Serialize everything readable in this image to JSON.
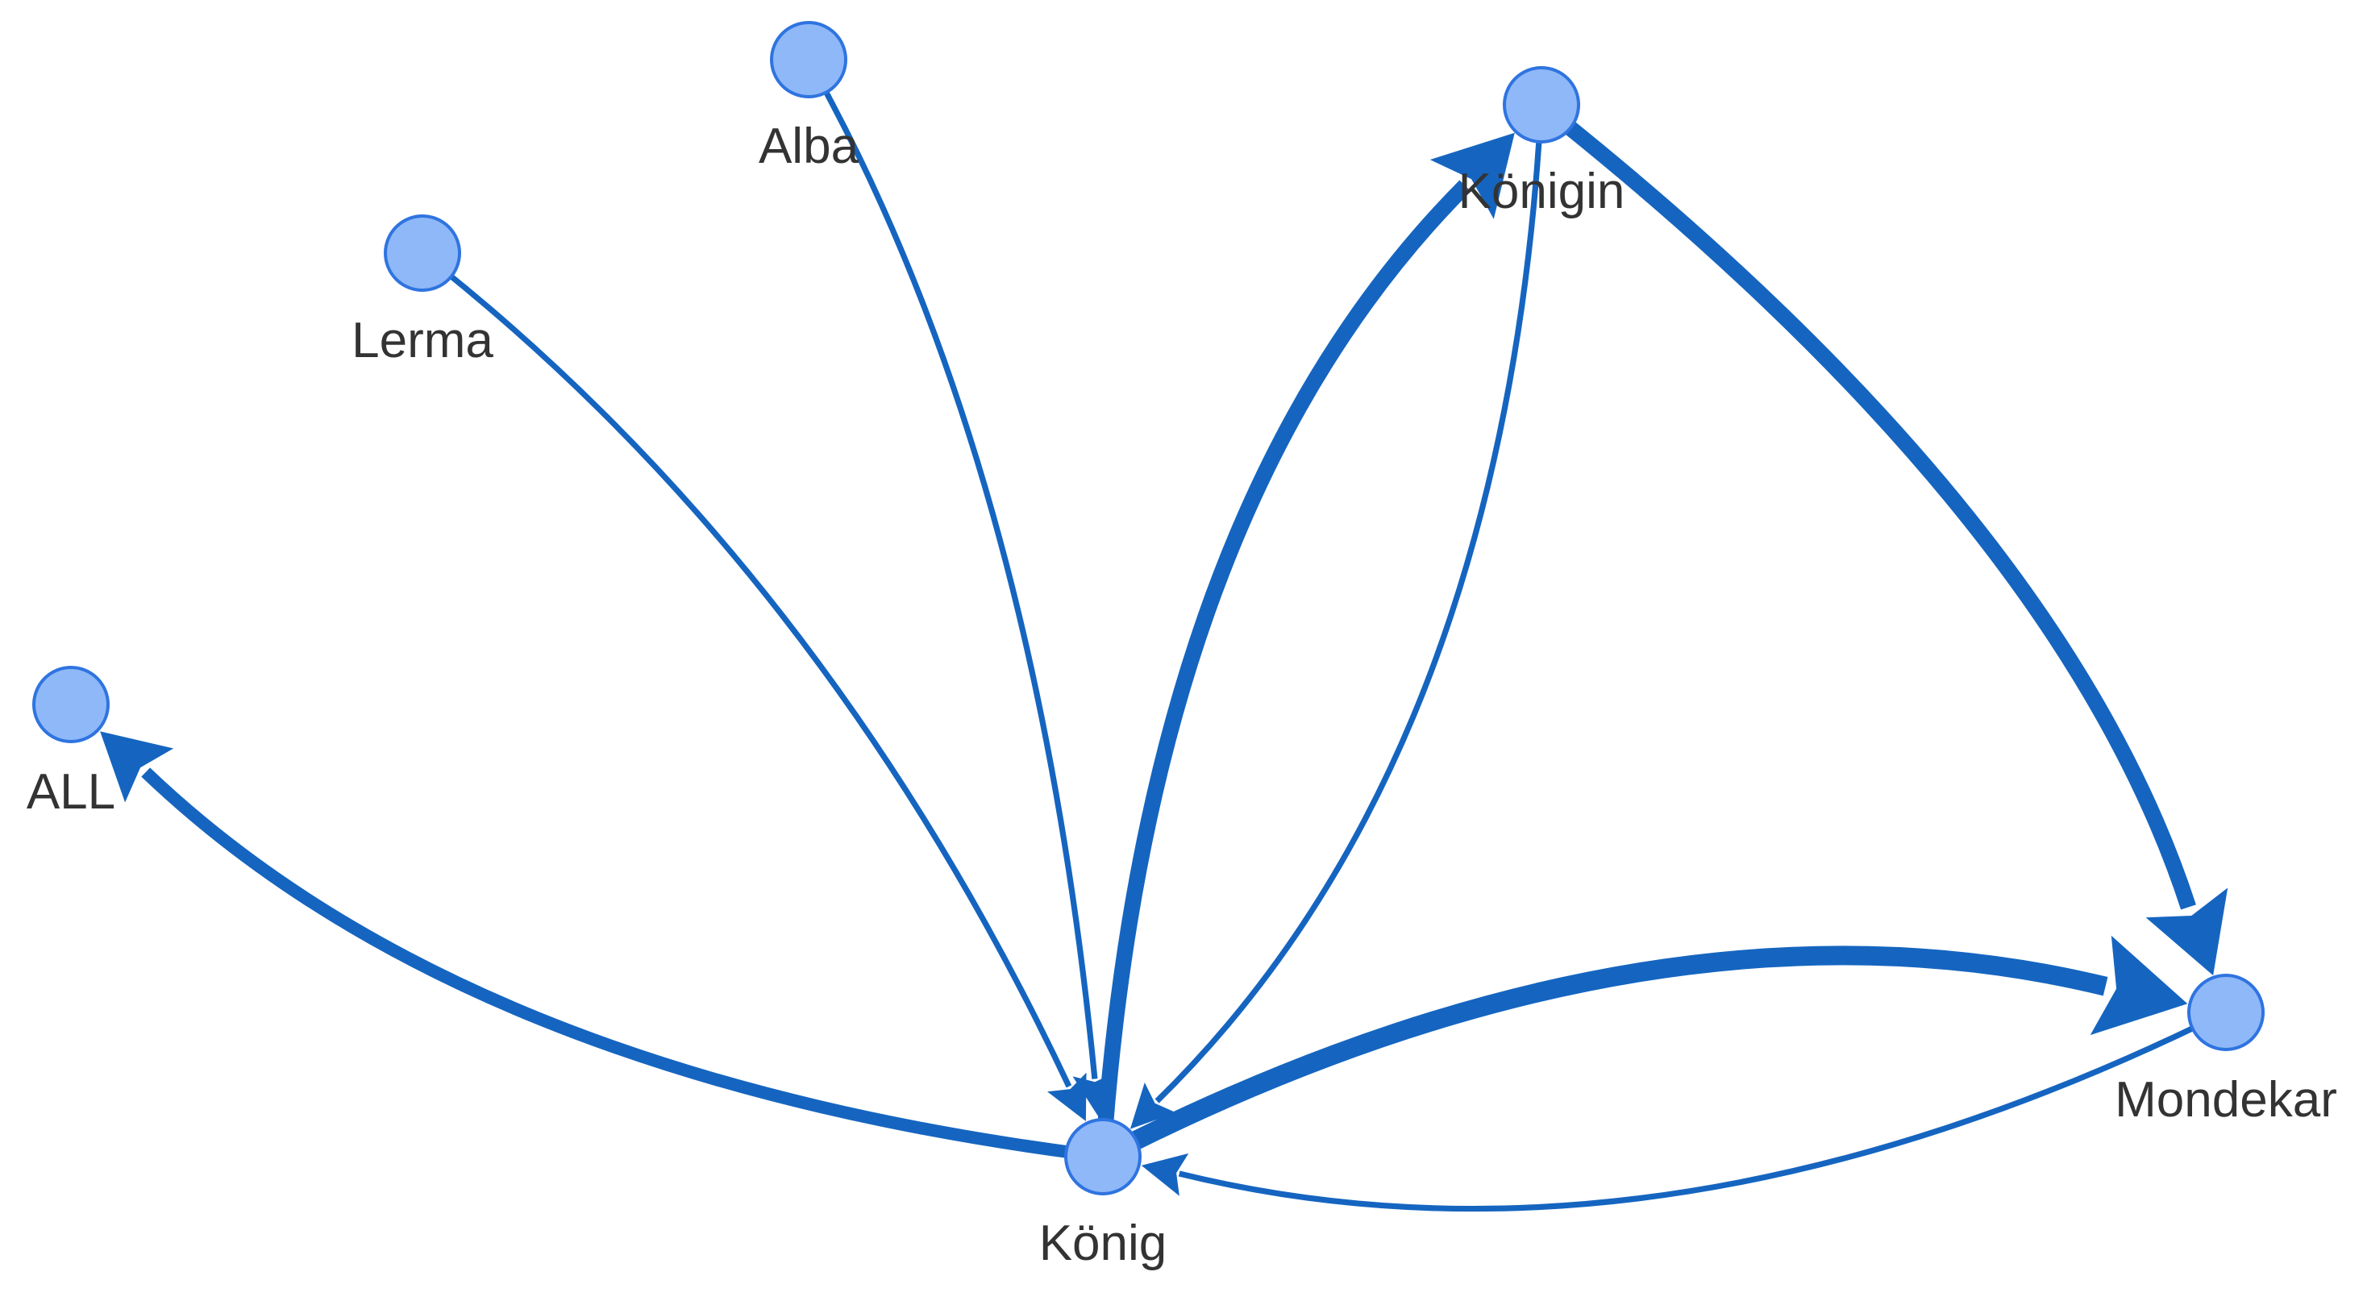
{
  "colors": {
    "edge": "#1565c0",
    "node_fill": "#8fb8f8",
    "node_stroke": "#2f74e0",
    "label": "#333333",
    "background": "#ffffff"
  },
  "nodes": [
    {
      "id": "alba",
      "label": "Alba"
    },
    {
      "id": "lerma",
      "label": "Lerma"
    },
    {
      "id": "konigin",
      "label": "Königin"
    },
    {
      "id": "all",
      "label": "ALL"
    },
    {
      "id": "konig",
      "label": "König"
    },
    {
      "id": "mondekar",
      "label": "Mondekar"
    }
  ],
  "edges": [
    {
      "source": "alba",
      "target": "konig",
      "weight": 1
    },
    {
      "source": "lerma",
      "target": "konig",
      "weight": 1
    },
    {
      "source": "konigin",
      "target": "konig",
      "weight": 1
    },
    {
      "source": "konig",
      "target": "konigin",
      "weight": 4
    },
    {
      "source": "konigin",
      "target": "mondekar",
      "weight": 4
    },
    {
      "source": "konig",
      "target": "mondekar",
      "weight": 5
    },
    {
      "source": "mondekar",
      "target": "konig",
      "weight": 1
    },
    {
      "source": "konig",
      "target": "all",
      "weight": 3
    }
  ]
}
